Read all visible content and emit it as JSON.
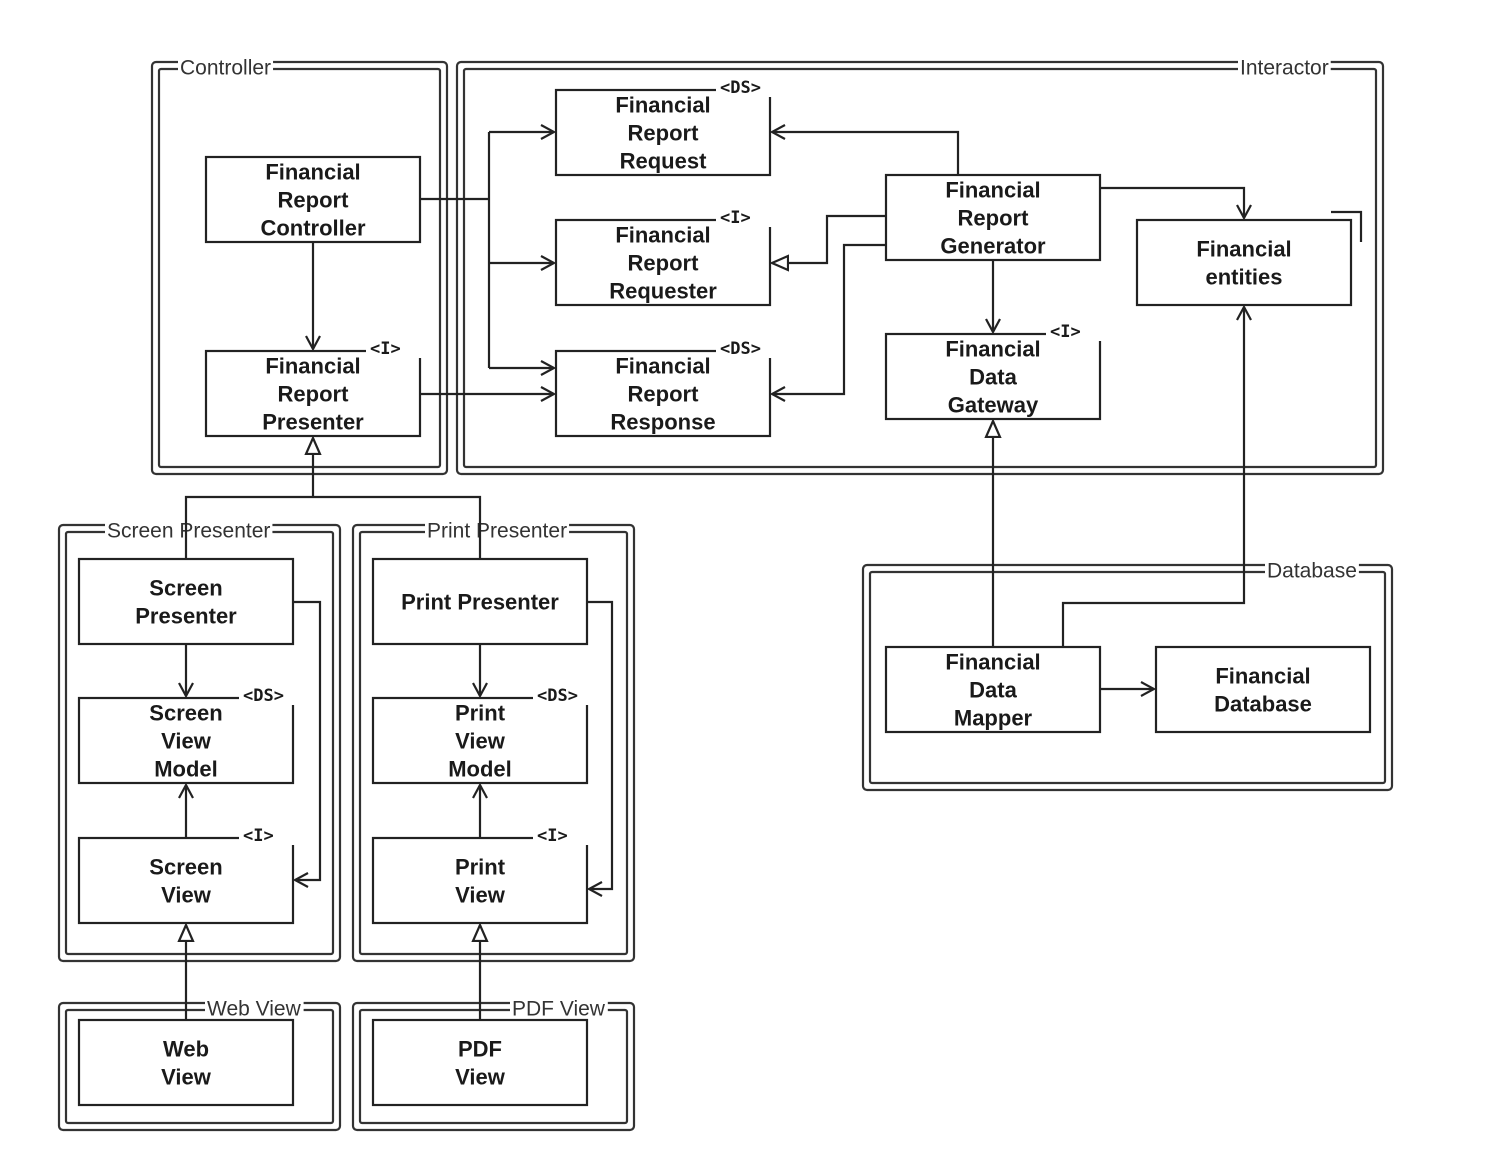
{
  "diagram": {
    "title": "Financial reporting system component diagram",
    "components": [
      {
        "id": "controller",
        "label": "Controller"
      },
      {
        "id": "interactor",
        "label": "Interactor"
      },
      {
        "id": "screen_presenter",
        "label": "Screen Presenter"
      },
      {
        "id": "print_presenter",
        "label": "Print Presenter"
      },
      {
        "id": "database",
        "label": "Database"
      },
      {
        "id": "web_view",
        "label": "Web View"
      },
      {
        "id": "pdf_view",
        "label": "PDF View"
      }
    ],
    "classes": [
      {
        "id": "fr_controller",
        "lines": [
          "Financial",
          "Report",
          "Controller"
        ],
        "stereotype": ""
      },
      {
        "id": "fr_presenter",
        "lines": [
          "Financial",
          "Report",
          "Presenter"
        ],
        "stereotype": "<I>"
      },
      {
        "id": "fr_request",
        "lines": [
          "Financial",
          "Report",
          "Request"
        ],
        "stereotype": "<DS>"
      },
      {
        "id": "fr_requester",
        "lines": [
          "Financial",
          "Report",
          "Requester"
        ],
        "stereotype": "<I>"
      },
      {
        "id": "fr_response",
        "lines": [
          "Financial",
          "Report",
          "Response"
        ],
        "stereotype": "<DS>"
      },
      {
        "id": "fr_generator",
        "lines": [
          "Financial",
          "Report",
          "Generator"
        ],
        "stereotype": ""
      },
      {
        "id": "f_entities",
        "lines": [
          "Financial",
          "entities"
        ],
        "stereotype": ""
      },
      {
        "id": "fd_gateway",
        "lines": [
          "Financial",
          "Data",
          "Gateway"
        ],
        "stereotype": "<I>"
      },
      {
        "id": "screen_presenter_cls",
        "lines": [
          "Screen",
          "Presenter"
        ],
        "stereotype": ""
      },
      {
        "id": "screen_view_model",
        "lines": [
          "Screen",
          "View",
          "Model"
        ],
        "stereotype": "<DS>"
      },
      {
        "id": "screen_view",
        "lines": [
          "Screen",
          "View"
        ],
        "stereotype": "<I>"
      },
      {
        "id": "print_presenter_cls",
        "lines": [
          "Print Presenter"
        ],
        "stereotype": ""
      },
      {
        "id": "print_view_model",
        "lines": [
          "Print",
          "View",
          "Model"
        ],
        "stereotype": "<DS>"
      },
      {
        "id": "print_view",
        "lines": [
          "Print",
          "View"
        ],
        "stereotype": "<I>"
      },
      {
        "id": "fd_mapper",
        "lines": [
          "Financial",
          "Data",
          "Mapper"
        ],
        "stereotype": ""
      },
      {
        "id": "f_database",
        "lines": [
          "Financial",
          "Database"
        ],
        "stereotype": ""
      },
      {
        "id": "web_view_cls",
        "lines": [
          "Web",
          "View"
        ],
        "stereotype": ""
      },
      {
        "id": "pdf_view_cls",
        "lines": [
          "PDF",
          "View"
        ],
        "stereotype": ""
      }
    ],
    "relations": [
      {
        "from": "fr_controller",
        "to": "fr_request",
        "type": "uses"
      },
      {
        "from": "fr_controller",
        "to": "fr_requester",
        "type": "uses"
      },
      {
        "from": "fr_controller",
        "to": "fr_response",
        "type": "uses"
      },
      {
        "from": "fr_controller",
        "to": "fr_presenter",
        "type": "uses"
      },
      {
        "from": "fr_presenter",
        "to": "fr_response",
        "type": "uses"
      },
      {
        "from": "fr_generator",
        "to": "fr_request",
        "type": "uses"
      },
      {
        "from": "fr_generator",
        "to": "fr_requester",
        "type": "implements"
      },
      {
        "from": "fr_generator",
        "to": "fr_response",
        "type": "uses"
      },
      {
        "from": "fr_generator",
        "to": "f_entities",
        "type": "uses"
      },
      {
        "from": "fr_generator",
        "to": "fd_gateway",
        "type": "uses"
      },
      {
        "from": "fd_mapper",
        "to": "fd_gateway",
        "type": "implements"
      },
      {
        "from": "fd_mapper",
        "to": "f_entities",
        "type": "uses"
      },
      {
        "from": "fd_mapper",
        "to": "f_database",
        "type": "uses"
      },
      {
        "from": "screen_presenter_cls",
        "to": "fr_presenter",
        "type": "implements"
      },
      {
        "from": "print_presenter_cls",
        "to": "fr_presenter",
        "type": "implements"
      },
      {
        "from": "screen_presenter_cls",
        "to": "screen_view_model",
        "type": "uses"
      },
      {
        "from": "screen_presenter_cls",
        "to": "screen_view",
        "type": "uses"
      },
      {
        "from": "screen_view",
        "to": "screen_view_model",
        "type": "uses"
      },
      {
        "from": "print_presenter_cls",
        "to": "print_view_model",
        "type": "uses"
      },
      {
        "from": "print_presenter_cls",
        "to": "print_view",
        "type": "uses"
      },
      {
        "from": "print_view",
        "to": "print_view_model",
        "type": "uses"
      },
      {
        "from": "web_view_cls",
        "to": "screen_view",
        "type": "implements"
      },
      {
        "from": "pdf_view_cls",
        "to": "print_view",
        "type": "implements"
      }
    ]
  }
}
